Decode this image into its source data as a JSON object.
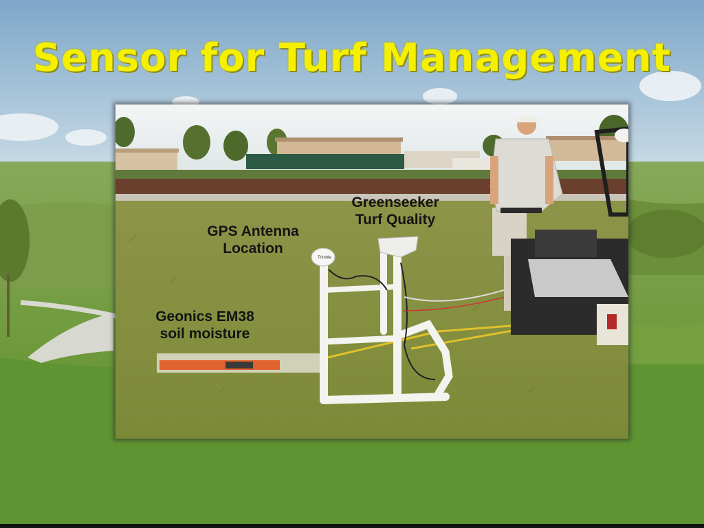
{
  "slide": {
    "title": "Sensor for Turf Management"
  },
  "photo": {
    "labels": {
      "greenseeker": [
        "Greenseeker",
        "Turf Quality"
      ],
      "gps": [
        "GPS Antenna",
        "Location"
      ],
      "geonics": [
        "Geonics EM38",
        "soil moisture"
      ]
    },
    "device_marking": "Trimble"
  },
  "colors": {
    "title": "#f4f000",
    "sky": "#a9c6dd",
    "fairway": "#6f9a3c",
    "turf_photo": "#8f9446"
  }
}
